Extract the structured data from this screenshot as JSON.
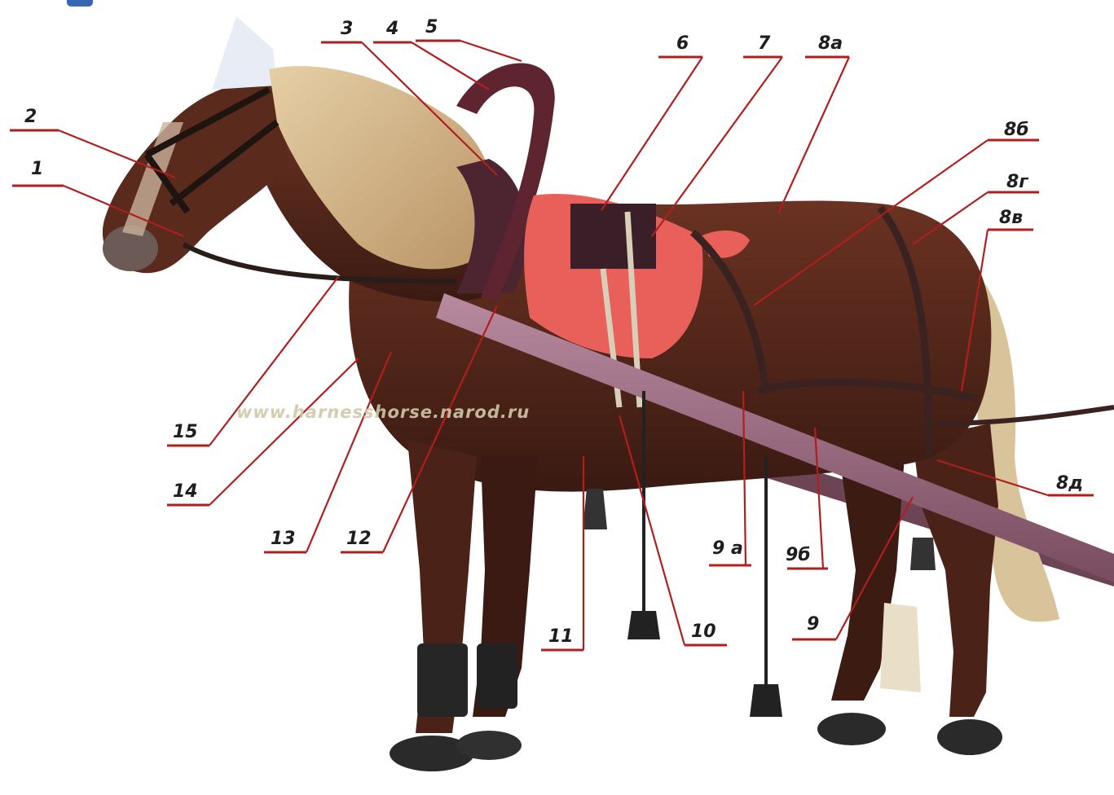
{
  "watermark": "www.harnesshorse.narod.ru",
  "colors": {
    "leader": "#b01e1e",
    "coat": "#5a2a1c",
    "coat_dark": "#3b1a12",
    "mane": "#d9ba8a",
    "saddle_pad": "#e9605a",
    "shaft": "#9b6a7e",
    "arc": "#5e2430",
    "hoof": "#2a2a2a"
  },
  "callouts": [
    {
      "id": "1",
      "label": "1"
    },
    {
      "id": "2",
      "label": "2"
    },
    {
      "id": "3",
      "label": "3"
    },
    {
      "id": "4",
      "label": "4"
    },
    {
      "id": "5",
      "label": "5"
    },
    {
      "id": "6",
      "label": "6"
    },
    {
      "id": "7",
      "label": "7"
    },
    {
      "id": "8a",
      "label": "8а"
    },
    {
      "id": "8b",
      "label": "8б"
    },
    {
      "id": "8g",
      "label": "8г"
    },
    {
      "id": "8v",
      "label": "8в"
    },
    {
      "id": "8d",
      "label": "8д"
    },
    {
      "id": "9",
      "label": "9"
    },
    {
      "id": "9a",
      "label": "9 а"
    },
    {
      "id": "9b",
      "label": "9б"
    },
    {
      "id": "10",
      "label": "10"
    },
    {
      "id": "11",
      "label": "11"
    },
    {
      "id": "12",
      "label": "12"
    },
    {
      "id": "13",
      "label": "13"
    },
    {
      "id": "14",
      "label": "14"
    },
    {
      "id": "15",
      "label": "15"
    }
  ]
}
